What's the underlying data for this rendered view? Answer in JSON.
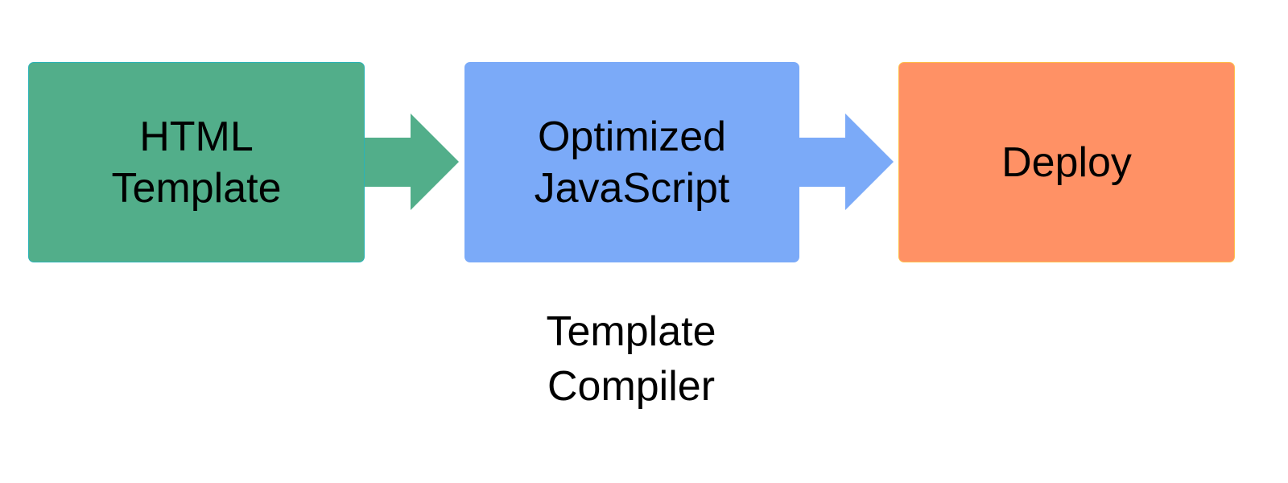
{
  "diagram": {
    "boxes": [
      {
        "line1": "HTML",
        "line2": "Template",
        "color": "#52AE8A"
      },
      {
        "line1": "Optimized",
        "line2": "JavaScript",
        "color": "#7BAAF8"
      },
      {
        "line1": "Deploy",
        "color": "#FF9165"
      }
    ],
    "caption": {
      "line1": "Template",
      "line2": "Compiler"
    }
  }
}
